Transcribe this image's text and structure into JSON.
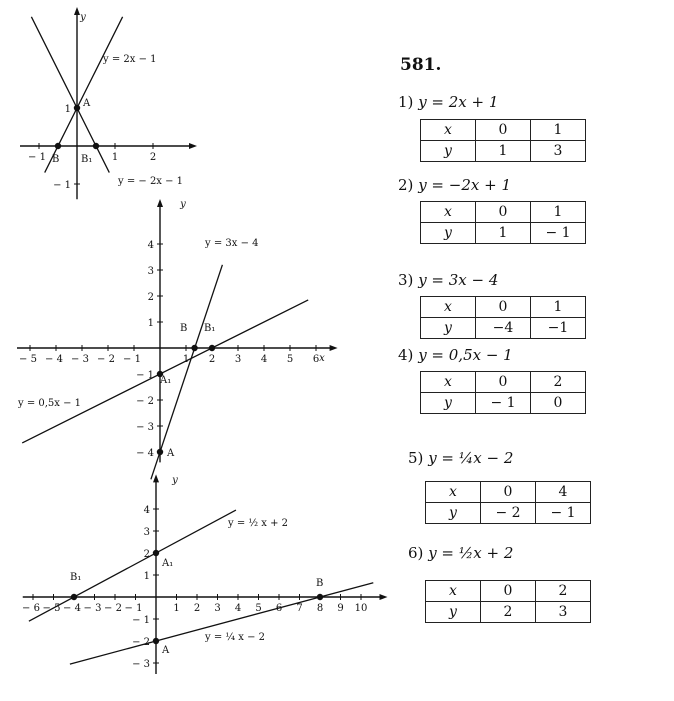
{
  "problem_number": "581.",
  "items": [
    {
      "num": "1)",
      "equation": "y = 2x + 1",
      "headers": [
        "x",
        "y"
      ],
      "x_values": [
        "0",
        "1"
      ],
      "y_values": [
        "1",
        "3"
      ]
    },
    {
      "num": "2)",
      "equation": "y = −2x + 1",
      "headers": [
        "x",
        "y"
      ],
      "x_values": [
        "0",
        "1"
      ],
      "y_values": [
        "1",
        "− 1"
      ]
    },
    {
      "num": "3)",
      "equation": "y = 3x − 4",
      "headers": [
        "x",
        "y"
      ],
      "x_values": [
        "0",
        "1"
      ],
      "y_values": [
        "−4",
        "−1"
      ]
    },
    {
      "num": "4)",
      "equation": "y = 0,5x − 1",
      "headers": [
        "x",
        "y"
      ],
      "x_values": [
        "0",
        "2"
      ],
      "y_values": [
        "− 1",
        "0"
      ]
    },
    {
      "num": "5)",
      "equation": "y = ¼x − 2",
      "headers": [
        "x",
        "y"
      ],
      "x_values": [
        "0",
        "4"
      ],
      "y_values": [
        "− 2",
        "− 1"
      ]
    },
    {
      "num": "6)",
      "equation": "y = ½x + 2",
      "headers": [
        "x",
        "y"
      ],
      "x_values": [
        "0",
        "2"
      ],
      "y_values": [
        "2",
        "3"
      ]
    }
  ],
  "graphs": [
    {
      "x_axis_label": "",
      "y_axis_label": "y",
      "x_ticks": [
        "− 1",
        "1",
        "2"
      ],
      "y_ticks": [
        "1",
        "− 1"
      ],
      "lines": [
        {
          "label": "y = 2x − 1",
          "slope": 2,
          "intercept": 1
        },
        {
          "label": "y = − 2x − 1",
          "slope": -2,
          "intercept": 1
        }
      ],
      "points": [
        {
          "label": "A",
          "x": 0,
          "y": 1
        },
        {
          "label": "B",
          "x": -0.5,
          "y": 0
        },
        {
          "label": "B₁",
          "x": 0.5,
          "y": 0
        }
      ]
    },
    {
      "x_axis_label": "x",
      "y_axis_label": "y",
      "x_ticks": [
        "− 5",
        "− 4",
        "− 3",
        "− 2",
        "− 1",
        "1",
        "2",
        "3",
        "4",
        "5",
        "6"
      ],
      "y_ticks": [
        "4",
        "3",
        "2",
        "1",
        "− 1",
        "− 2",
        "− 3",
        "− 4"
      ],
      "lines": [
        {
          "label": "y = 3x − 4",
          "slope": 3,
          "intercept": -4
        },
        {
          "label": "y = 0,5x − 1",
          "slope": 0.5,
          "intercept": -1
        }
      ],
      "points": [
        {
          "label": "A",
          "x": 0,
          "y": -4
        },
        {
          "label": "A₁",
          "x": 0,
          "y": -1
        },
        {
          "label": "B",
          "x": 1.33,
          "y": 0
        },
        {
          "label": "B₁",
          "x": 2,
          "y": 0
        }
      ]
    },
    {
      "x_axis_label": "",
      "y_axis_label": "y",
      "x_ticks": [
        "− 6",
        "− 5",
        "− 4",
        "− 3",
        "− 2",
        "− 1",
        "1",
        "2",
        "3",
        "4",
        "5",
        "6",
        "7",
        "8",
        "9",
        "10"
      ],
      "y_ticks": [
        "4",
        "3",
        "2",
        "1",
        "− 1",
        "− 2",
        "− 3"
      ],
      "lines": [
        {
          "label": "y = ½ x + 2",
          "slope": 0.5,
          "intercept": 2
        },
        {
          "label": "y = ¼ x − 2",
          "slope": 0.25,
          "intercept": -2
        }
      ],
      "points": [
        {
          "label": "A",
          "x": 0,
          "y": -2
        },
        {
          "label": "A₁",
          "x": 0,
          "y": 2
        },
        {
          "label": "B",
          "x": 8,
          "y": 0
        },
        {
          "label": "B₁",
          "x": -4,
          "y": 0
        }
      ]
    }
  ]
}
